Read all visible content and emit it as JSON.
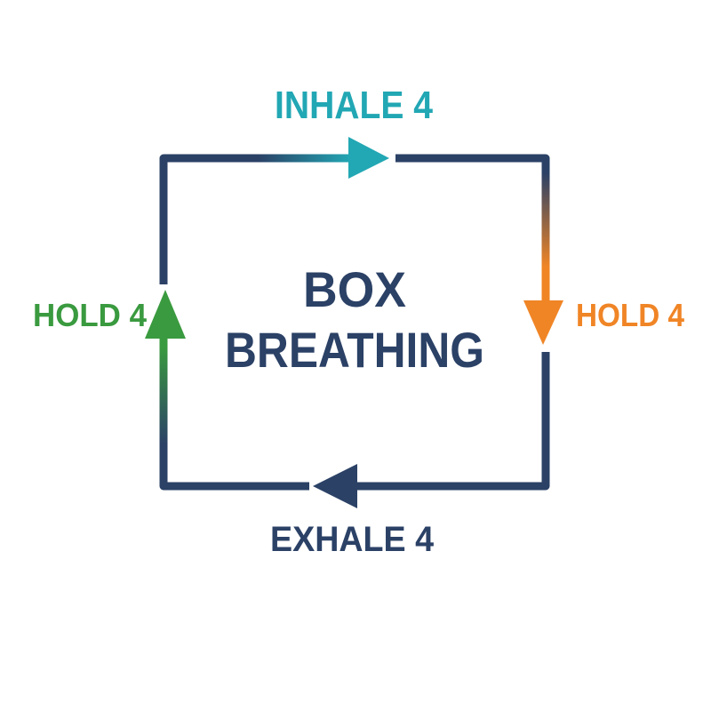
{
  "title": {
    "line1": "BOX",
    "line2": "BREATHING"
  },
  "steps": {
    "top": {
      "label": "INHALE 4",
      "color": "#22a7b4"
    },
    "right": {
      "label": "HOLD 4",
      "color": "#f08526"
    },
    "bottom": {
      "label": "EXHALE 4",
      "color": "#2b4166"
    },
    "left": {
      "label": "HOLD 4",
      "color": "#3a9a3f"
    }
  },
  "colors": {
    "frame": "#2b4166",
    "title": "#2b4166"
  }
}
